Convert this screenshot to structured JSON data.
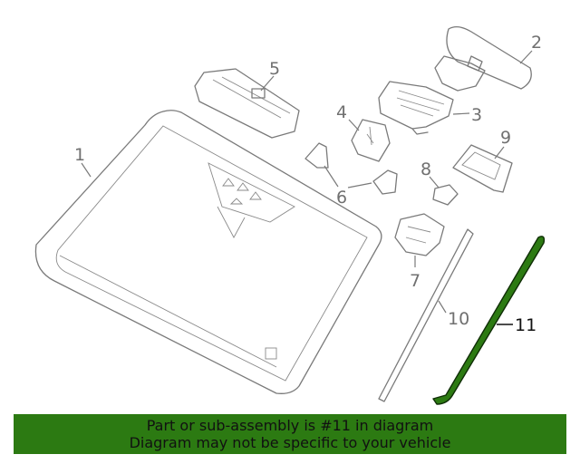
{
  "callouts": {
    "c1": "1",
    "c2": "2",
    "c3": "3",
    "c4": "4",
    "c5": "5",
    "c6": "6",
    "c7": "7",
    "c8": "8",
    "c9": "9",
    "c10": "10",
    "c11": "11"
  },
  "highlight": {
    "part": "11",
    "color": "#2c7a12"
  },
  "banner": {
    "line1": "Part or sub-assembly is #11 in diagram",
    "line2": "Diagram may not be specific to your vehicle"
  }
}
